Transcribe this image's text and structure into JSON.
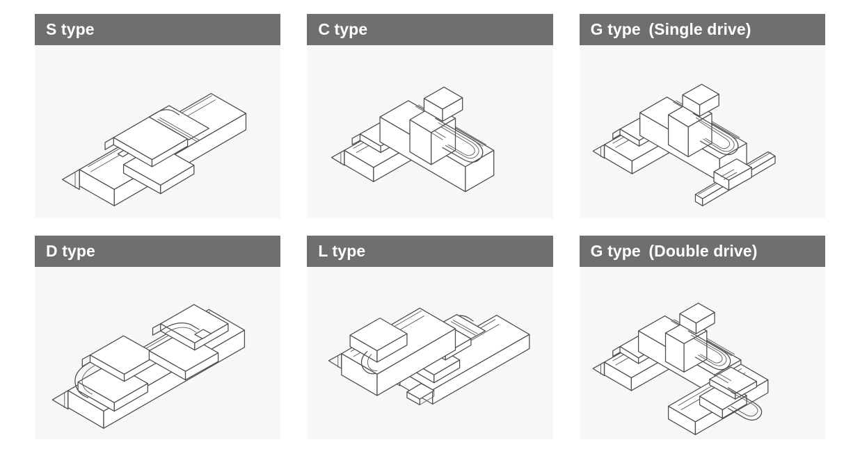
{
  "page": {
    "background_color": "#ffffff",
    "header_color": "#706f6f",
    "panel_body_color": "#f7f7f7",
    "line_color": "#4d4d4d",
    "title_text_color": "#ffffff"
  },
  "panels": [
    {
      "id": "s-type",
      "title": "S type",
      "drawing": "single-axis-slider-s",
      "row": 1,
      "col": 1
    },
    {
      "id": "c-type",
      "title": "C type",
      "drawing": "two-axis-cantilever-c",
      "row": 1,
      "col": 2
    },
    {
      "id": "g-type-single",
      "title": "G type (Single drive)",
      "drawing": "gantry-single-drive",
      "row": 1,
      "col": 3
    },
    {
      "id": "d-type",
      "title": "D type",
      "drawing": "dual-carriage-d",
      "row": 2,
      "col": 1
    },
    {
      "id": "l-type",
      "title": "L type",
      "drawing": "cross-axis-l",
      "row": 2,
      "col": 2
    },
    {
      "id": "g-type-double",
      "title": "G type (Double drive)",
      "drawing": "gantry-double-drive",
      "row": 2,
      "col": 3
    }
  ]
}
